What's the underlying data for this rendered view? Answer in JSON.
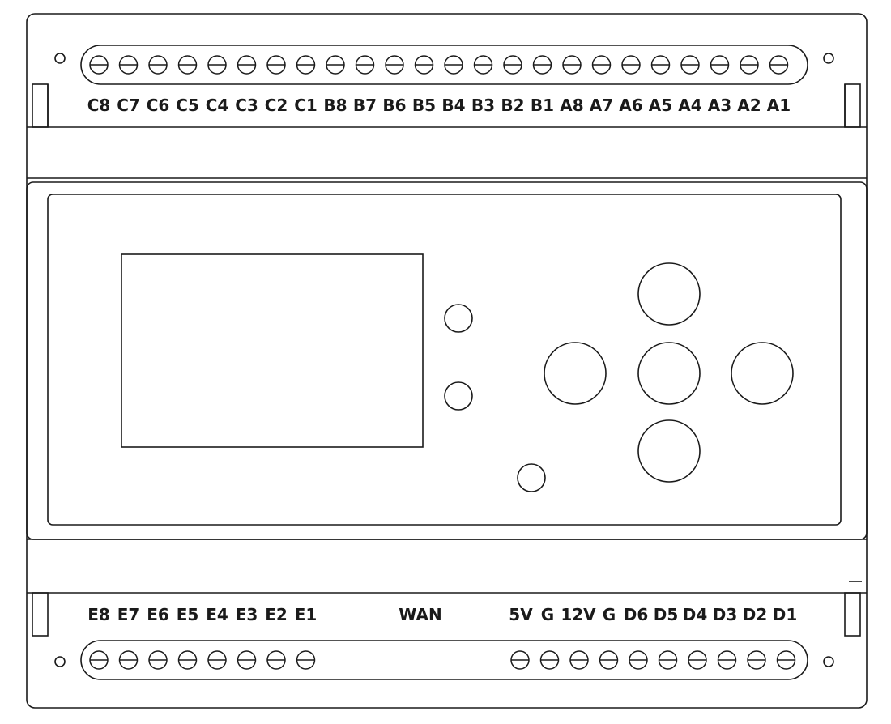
{
  "diagram": {
    "top_terminal_labels": [
      "C8",
      "C7",
      "C6",
      "C5",
      "C4",
      "C3",
      "C2",
      "C1",
      "B8",
      "B7",
      "B6",
      "B5",
      "B4",
      "B3",
      "B2",
      "B1",
      "A8",
      "A7",
      "A6",
      "A5",
      "A4",
      "A3",
      "A2",
      "A1"
    ],
    "bottom_left_labels": [
      "E8",
      "E7",
      "E6",
      "E5",
      "E4",
      "E3",
      "E2",
      "E1"
    ],
    "bottom_center_label": "WAN",
    "bottom_right_labels": [
      "5V",
      "G",
      "12V",
      "G",
      "D6",
      "D5",
      "D4",
      "D3",
      "D2",
      "D1"
    ],
    "line_color": "#1a1a1a",
    "background_color": "#ffffff"
  }
}
